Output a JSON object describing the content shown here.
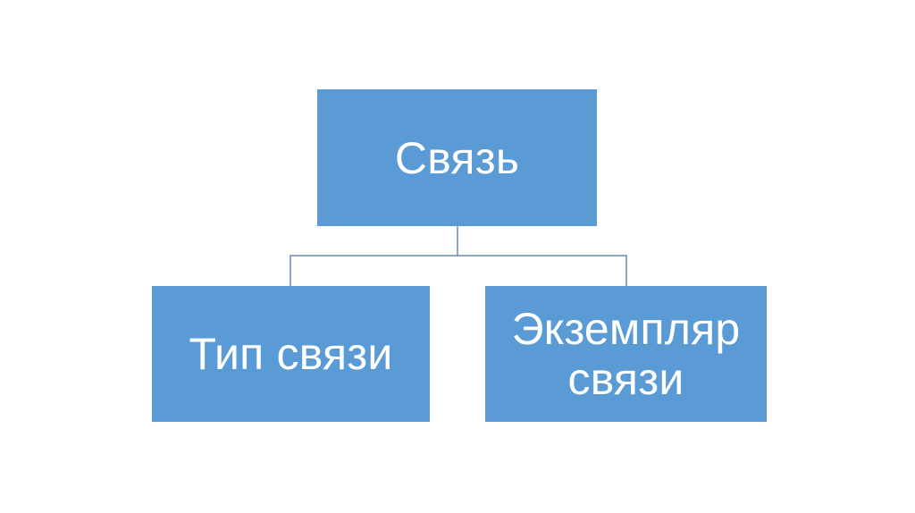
{
  "diagram": {
    "type": "hierarchy-tree",
    "background_color": "#FFFFFF",
    "node_fill_color": "#5B9BD5",
    "node_text_color": "#FFFFFF",
    "connector_color": "#8CA7C4",
    "root": {
      "label": "Связь"
    },
    "children": [
      {
        "label": "Тип связи"
      },
      {
        "label": "Экземпляр\nсвязи"
      }
    ]
  }
}
